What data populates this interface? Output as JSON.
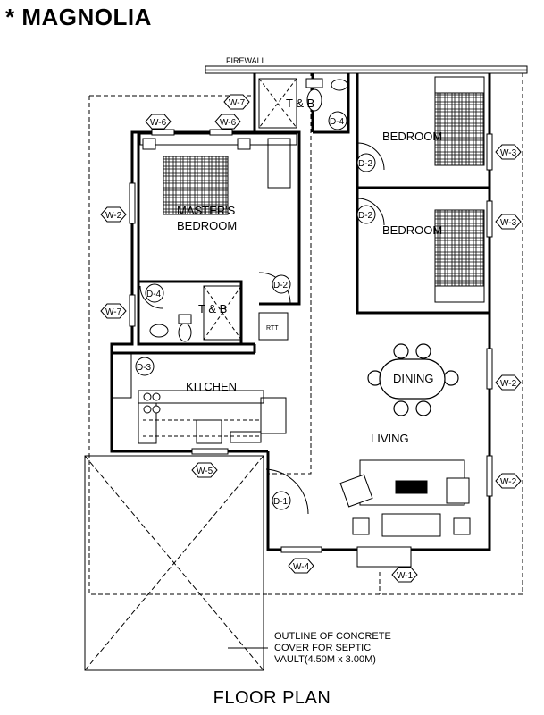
{
  "title": "* MAGNOLIA",
  "footer": "FLOOR PLAN",
  "labels": {
    "firewall": "FIREWALL",
    "tb_top": "T & B",
    "bedroom1": "BEDROOM",
    "bedroom2": "BEDROOM",
    "master1": "MASTER'S",
    "master2": "BEDROOM",
    "tb_master": "T & B",
    "kitchen": "KITCHEN",
    "dining": "DINING",
    "living": "LIVING",
    "rtt": "RTT",
    "septic1": "OUTLINE OF CONCRETE",
    "septic2": "COVER FOR SEPTIC",
    "septic3": "VAULT(4.50M x 3.00M)"
  },
  "windows": {
    "w7a": "W-7",
    "w6a": "W-6",
    "w6b": "W-6",
    "w3a": "W-3",
    "w3b": "W-3",
    "w2a": "W-2",
    "w7b": "W-7",
    "w2b": "W-2",
    "w2c": "W-2",
    "w5": "W-5",
    "w4": "W-4",
    "w1": "W-1"
  },
  "doors": {
    "d4a": "D-4",
    "d2a": "D-2",
    "d2b": "D-2",
    "d2c": "D-2",
    "d4b": "D-4",
    "d3": "D-3",
    "d1": "D-1"
  }
}
